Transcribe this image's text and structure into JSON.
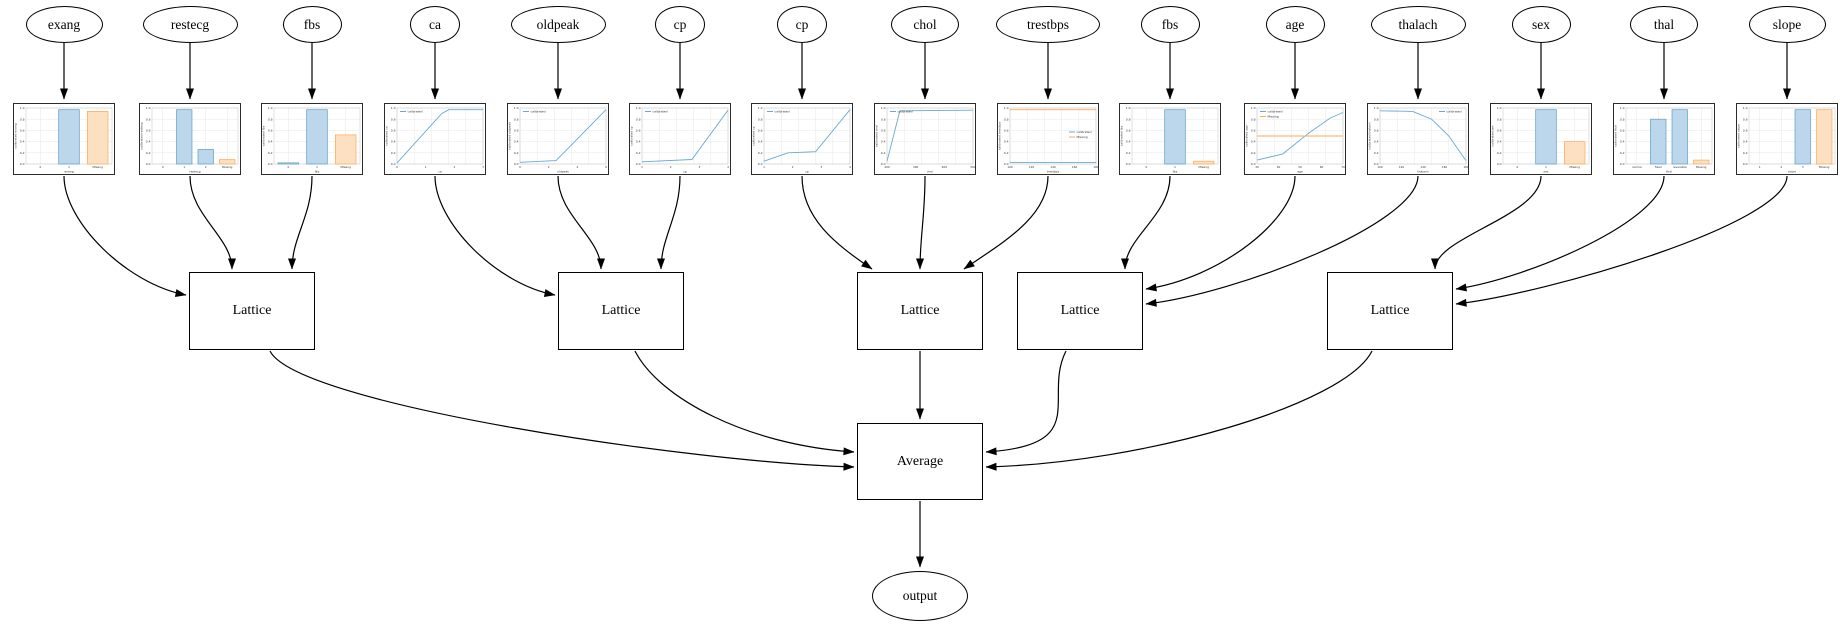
{
  "diagram": {
    "lattice_label": "Lattice",
    "average": {
      "label": "Average"
    },
    "output": {
      "label": "output"
    },
    "groups": [
      0,
      0,
      0,
      1,
      1,
      1,
      2,
      2,
      2,
      3,
      3,
      3,
      4,
      4,
      4
    ],
    "features": [
      {
        "label": "exang",
        "chart": {
          "type": "bar",
          "ylabel": "calibrated exang",
          "xlabel": "exang",
          "yticks": [
            "0.0",
            "0.2",
            "0.4",
            "0.6",
            "0.8",
            "1.0"
          ],
          "xticks": [
            "0",
            "1",
            "Missing"
          ],
          "bars": [
            {
              "slot": 1,
              "color": "blue",
              "h": 0.97
            },
            {
              "slot": 2,
              "color": "orange",
              "h": 0.94
            }
          ]
        }
      },
      {
        "label": "restecg",
        "chart": {
          "type": "bar",
          "ylabel": "calibrated restecg",
          "xlabel": "restecg",
          "yticks": [
            "0.0",
            "0.2",
            "0.4",
            "0.6",
            "0.8",
            "1.0"
          ],
          "xticks": [
            "0",
            "1",
            "2",
            "Missing"
          ],
          "bars": [
            {
              "slot": 1,
              "color": "blue",
              "h": 0.97
            },
            {
              "slot": 2,
              "color": "blue",
              "h": 0.26
            },
            {
              "slot": 3,
              "color": "orange",
              "h": 0.08
            }
          ]
        }
      },
      {
        "label": "fbs",
        "chart": {
          "type": "bar",
          "ylabel": "calibrated fbs",
          "xlabel": "fbs",
          "yticks": [
            "0.0",
            "0.2",
            "0.4",
            "0.6",
            "0.8",
            "1.0"
          ],
          "xticks": [
            "0",
            "1",
            "Missing"
          ],
          "bars": [
            {
              "slot": 0,
              "color": "blue",
              "h": 0.02
            },
            {
              "slot": 1,
              "color": "blue",
              "h": 0.97
            },
            {
              "slot": 2,
              "color": "orange",
              "h": 0.52
            }
          ]
        }
      },
      {
        "label": "ca",
        "chart": {
          "type": "line",
          "ylabel": "calibrated ca",
          "xlabel": "ca",
          "yticks": [
            "0.0",
            "0.2",
            "0.4",
            "0.6",
            "0.8",
            "1.0"
          ],
          "xticks": [
            "0",
            "1",
            "2",
            "3"
          ],
          "legend": {
            "pos": "tl",
            "entries": [
              {
                "label": "calibrated",
                "color": "blue"
              }
            ]
          },
          "lines": [
            {
              "color": "blue",
              "points": [
                [
                  0,
                  0.02
                ],
                [
                  0.52,
                  0.9
                ],
                [
                  0.6,
                  0.97
                ],
                [
                  1,
                  0.97
                ]
              ]
            }
          ]
        }
      },
      {
        "label": "oldpeak",
        "chart": {
          "type": "line",
          "ylabel": "calibrated oldpeak",
          "xlabel": "oldpeak",
          "yticks": [
            "0.0",
            "0.2",
            "0.4",
            "0.6",
            "0.8",
            "1.0"
          ],
          "xticks": [
            "0",
            "2",
            "4",
            "6"
          ],
          "legend": {
            "pos": "tl",
            "entries": [
              {
                "label": "calibrated",
                "color": "blue"
              }
            ]
          },
          "lines": [
            {
              "color": "blue",
              "points": [
                [
                  0,
                  0.03
                ],
                [
                  0.42,
                  0.06
                ],
                [
                  1,
                  0.97
                ]
              ]
            }
          ]
        }
      },
      {
        "label": "cp",
        "chart": {
          "type": "line",
          "ylabel": "calibrated cp",
          "xlabel": "cp",
          "yticks": [
            "0.0",
            "0.2",
            "0.4",
            "0.6",
            "0.8",
            "1.0"
          ],
          "xticks": [
            "1",
            "2",
            "3",
            "4"
          ],
          "legend": {
            "pos": "tl",
            "entries": [
              {
                "label": "calibrated",
                "color": "blue"
              }
            ]
          },
          "lines": [
            {
              "color": "blue",
              "points": [
                [
                  0,
                  0.04
                ],
                [
                  0.58,
                  0.08
                ],
                [
                  1,
                  0.96
                ]
              ]
            }
          ]
        }
      },
      {
        "label": "cp",
        "chart": {
          "type": "line",
          "ylabel": "calibrated cp",
          "xlabel": "cp",
          "yticks": [
            "0.0",
            "0.2",
            "0.4",
            "0.6",
            "0.8",
            "1.0"
          ],
          "xticks": [
            "1",
            "2",
            "3",
            "4"
          ],
          "legend": {
            "pos": "tl",
            "entries": [
              {
                "label": "calibrated",
                "color": "blue"
              }
            ]
          },
          "lines": [
            {
              "color": "blue",
              "points": [
                [
                  0,
                  0.05
                ],
                [
                  0.28,
                  0.2
                ],
                [
                  0.6,
                  0.22
                ],
                [
                  1,
                  0.97
                ]
              ]
            }
          ]
        }
      },
      {
        "label": "chol",
        "chart": {
          "type": "line",
          "ylabel": "calibrated chol",
          "xlabel": "chol",
          "yticks": [
            "0.0",
            "0.2",
            "0.4",
            "0.6",
            "0.8",
            "1.0"
          ],
          "xticks": [
            "200",
            "300",
            "400",
            "500"
          ],
          "legend": {
            "pos": "tl",
            "entries": [
              {
                "label": "calibrated",
                "color": "blue"
              }
            ]
          },
          "lines": [
            {
              "color": "blue",
              "points": [
                [
                  0,
                  0.05
                ],
                [
                  0.15,
                  0.95
                ],
                [
                  1,
                  0.96
                ]
              ]
            }
          ]
        }
      },
      {
        "label": "trestbps",
        "chart": {
          "type": "line",
          "ylabel": "calibrated trestbps",
          "xlabel": "trestbps",
          "yticks": [
            "0.0",
            "0.2",
            "0.4",
            "0.6",
            "0.8",
            "1.0"
          ],
          "xticks": [
            "100",
            "120",
            "140",
            "160",
            "180"
          ],
          "legend": {
            "pos": "mr",
            "entries": [
              {
                "label": "calibrated",
                "color": "blue"
              },
              {
                "label": "Missing",
                "color": "orange"
              }
            ]
          },
          "lines": [
            {
              "color": "blue",
              "points": [
                [
                  0,
                  0.025
                ],
                [
                  1,
                  0.025
                ]
              ]
            },
            {
              "color": "orange",
              "points": [
                [
                  0,
                  0.97
                ],
                [
                  1,
                  0.97
                ]
              ]
            }
          ]
        }
      },
      {
        "label": "fbs",
        "chart": {
          "type": "bar",
          "ylabel": "calibrated fbs",
          "xlabel": "fbs",
          "yticks": [
            "0.0",
            "0.2",
            "0.4",
            "0.6",
            "0.8",
            "1.0"
          ],
          "xticks": [
            "0",
            "1",
            "Missing"
          ],
          "bars": [
            {
              "slot": 1,
              "color": "blue",
              "h": 0.97
            },
            {
              "slot": 2,
              "color": "orange",
              "h": 0.05
            }
          ]
        }
      },
      {
        "label": "age",
        "chart": {
          "type": "line",
          "ylabel": "calibrated age",
          "xlabel": "age",
          "yticks": [
            "0.0",
            "0.2",
            "0.4",
            "0.6",
            "0.8",
            "1.0"
          ],
          "xticks": [
            "30",
            "40",
            "50",
            "60",
            "70"
          ],
          "legend": {
            "pos": "tl",
            "entries": [
              {
                "label": "calibrated",
                "color": "blue"
              },
              {
                "label": "Missing",
                "color": "orange"
              }
            ]
          },
          "lines": [
            {
              "color": "blue",
              "points": [
                [
                  0,
                  0.07
                ],
                [
                  0.3,
                  0.18
                ],
                [
                  0.6,
                  0.55
                ],
                [
                  0.85,
                  0.82
                ],
                [
                  1,
                  0.92
                ]
              ]
            },
            {
              "color": "orange",
              "points": [
                [
                  0,
                  0.5
                ],
                [
                  1,
                  0.5
                ]
              ]
            }
          ]
        }
      },
      {
        "label": "thalach",
        "chart": {
          "type": "line",
          "ylabel": "calibrated thalach",
          "xlabel": "thalach",
          "yticks": [
            "0.0",
            "0.2",
            "0.4",
            "0.6",
            "0.8",
            "1.0"
          ],
          "xticks": [
            "100",
            "120",
            "140",
            "160",
            "180"
          ],
          "legend": {
            "pos": "tr",
            "entries": [
              {
                "label": "calibrated",
                "color": "blue"
              }
            ]
          },
          "lines": [
            {
              "color": "blue",
              "points": [
                [
                  0,
                  0.95
                ],
                [
                  0.38,
                  0.94
                ],
                [
                  0.6,
                  0.8
                ],
                [
                  0.8,
                  0.5
                ],
                [
                  1,
                  0.06
                ]
              ]
            }
          ]
        }
      },
      {
        "label": "sex",
        "chart": {
          "type": "bar",
          "ylabel": "calibrated sex",
          "xlabel": "sex",
          "yticks": [
            "0.0",
            "0.2",
            "0.4",
            "0.6",
            "0.8",
            "1.0"
          ],
          "xticks": [
            "0",
            "1",
            "Missing"
          ],
          "bars": [
            {
              "slot": 1,
              "color": "blue",
              "h": 0.97
            },
            {
              "slot": 2,
              "color": "orange",
              "h": 0.4
            }
          ]
        }
      },
      {
        "label": "thal",
        "chart": {
          "type": "bar",
          "ylabel": "calibrated thal",
          "xlabel": "thal",
          "yticks": [
            "0.0",
            "0.2",
            "0.4",
            "0.6",
            "0.8",
            "1.0"
          ],
          "xticks": [
            "normal",
            "fixed",
            "reversible",
            "Missing"
          ],
          "bars": [
            {
              "slot": 1,
              "color": "blue",
              "h": 0.8
            },
            {
              "slot": 2,
              "color": "blue",
              "h": 0.97
            },
            {
              "slot": 3,
              "color": "orange",
              "h": 0.07
            }
          ]
        }
      },
      {
        "label": "slope",
        "chart": {
          "type": "bar",
          "ylabel": "calibrated slope",
          "xlabel": "slope",
          "yticks": [
            "0.0",
            "0.2",
            "0.4",
            "0.6",
            "0.8",
            "1.0"
          ],
          "xticks": [
            "1",
            "2",
            "3",
            "Missing"
          ],
          "bars": [
            {
              "slot": 2,
              "color": "blue",
              "h": 0.97
            },
            {
              "slot": 3,
              "color": "orange",
              "h": 0.97
            }
          ]
        }
      }
    ]
  },
  "colors": {
    "edge_stroke": "#000000",
    "blue_fill": "#bcd7eb",
    "blue_edge": "#5b9ec9",
    "orange_fill": "#fde0c2",
    "orange_edge": "#ffa852",
    "line_blue": "#6aa9d4",
    "line_orange": "#ffa852",
    "grid": "#e7e7e7",
    "spine": "#cccccc",
    "tick_text": "#333333"
  }
}
